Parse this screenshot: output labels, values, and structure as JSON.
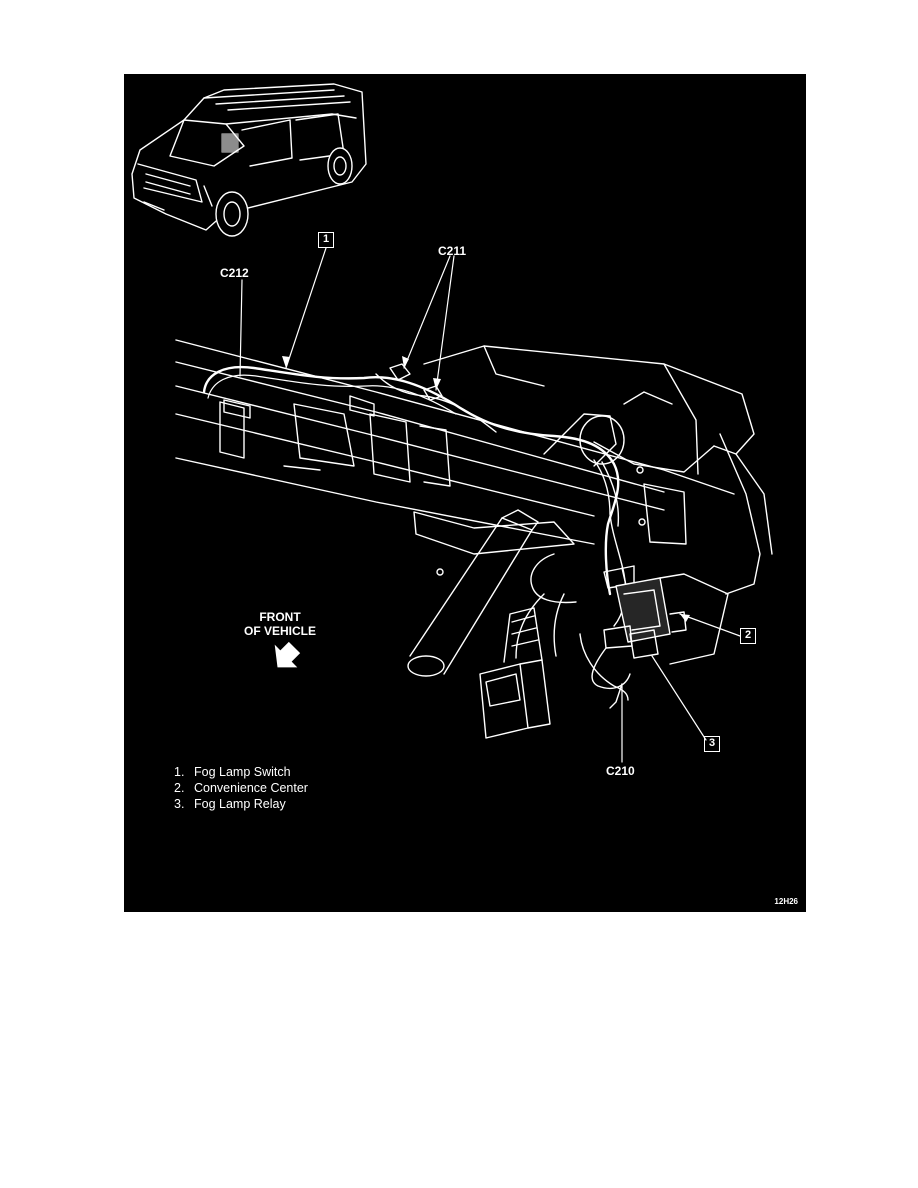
{
  "connectors": {
    "c212": "C212",
    "c211": "C211",
    "c210": "C210"
  },
  "callouts": [
    "1",
    "2",
    "3"
  ],
  "front_label": [
    "FRONT",
    "OF VEHICLE"
  ],
  "legend": [
    {
      "num": "1.",
      "text": "Fog Lamp Switch"
    },
    {
      "num": "2.",
      "text": "Convenience Center"
    },
    {
      "num": "3.",
      "text": "Fog Lamp Relay"
    }
  ],
  "figure_code": "12H26",
  "colors": {
    "background": "#000000",
    "line_art": "#ffffff",
    "page": "#ffffff"
  }
}
